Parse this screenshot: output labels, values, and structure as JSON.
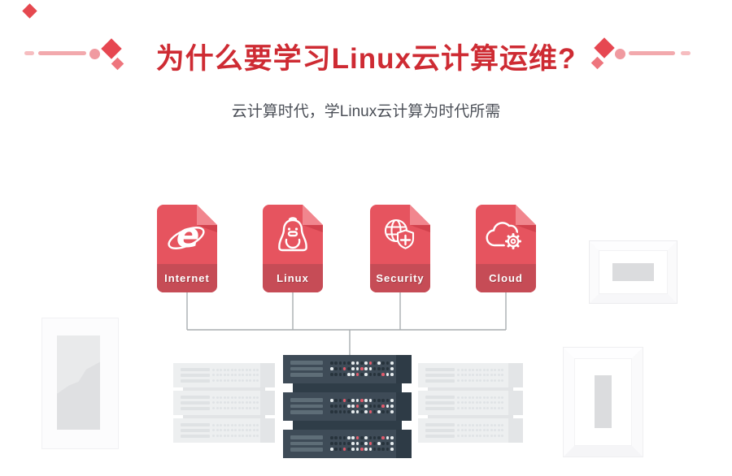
{
  "header": {
    "title": "为什么要学习Linux云计算运维?",
    "subtitle": "云计算时代，学Linux云计算为时代所需"
  },
  "cards": [
    {
      "label": "Internet",
      "icon": "ie-browser-icon"
    },
    {
      "label": "Linux",
      "icon": "tux-penguin-icon"
    },
    {
      "label": "Security",
      "icon": "globe-shield-icon"
    },
    {
      "label": "Cloud",
      "icon": "cloud-gear-icon"
    }
  ],
  "colors": {
    "title_red": "#ce2b33",
    "subtitle_gray": "#4b4f57",
    "card_red": "#e6545f",
    "card_band_red": "#c64c56",
    "card_fold_pink": "#f1868e",
    "deco_diamond_red": "#e64751",
    "deco_pink": "#f2a9ad",
    "connector_gray": "#a9aeb1",
    "rack_dark": "#3e4b57",
    "rack_dark_panel": "#2e3b46",
    "rack_dot_dark": "#27333c",
    "rack_dot_white": "#e9eef0",
    "rack_dot_red": "#e05a6b",
    "rack_light": "#edeff0",
    "rack_light_detail": "#dfe2e4"
  }
}
